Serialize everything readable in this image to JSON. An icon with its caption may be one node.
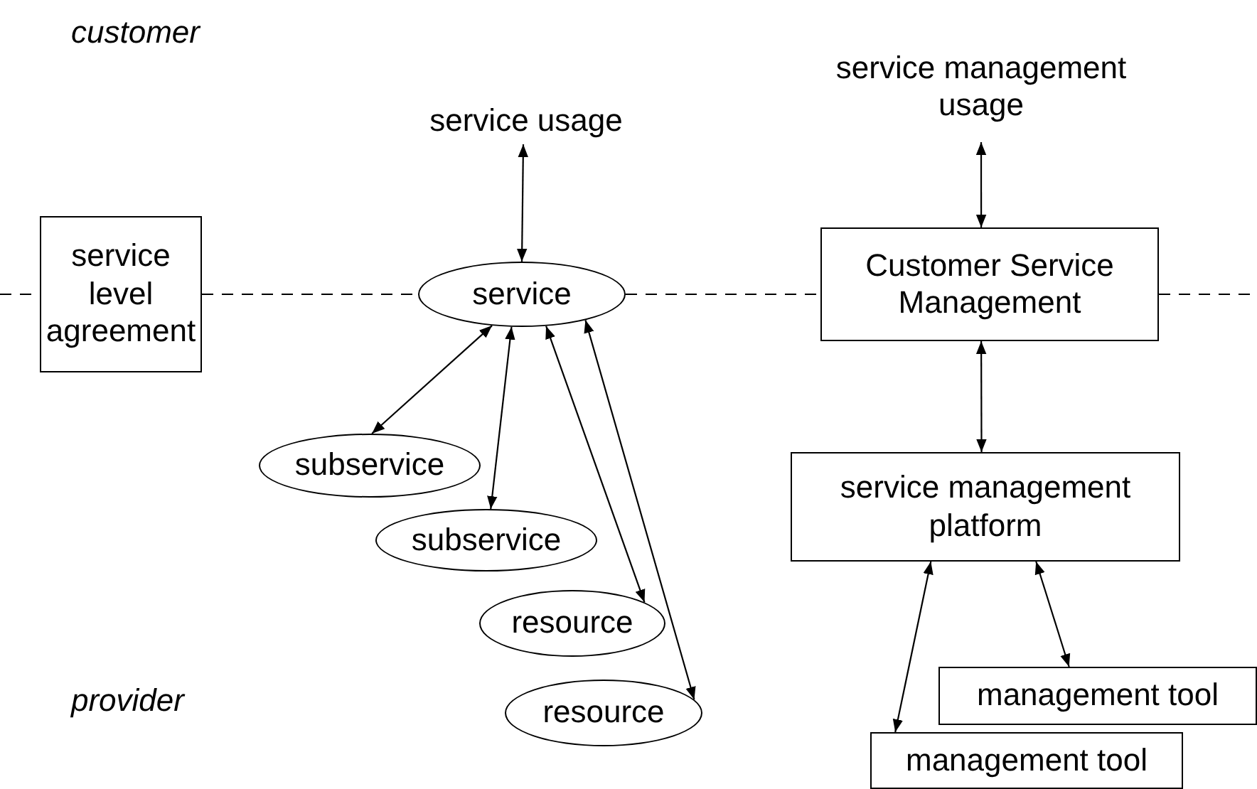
{
  "diagram": {
    "nodes": [
      {
        "text": [
          "service usage"
        ]
      },
      {
        "text": [
          "service"
        ]
      },
      {
        "text": [
          "service level agreement"
        ]
      },
      {
        "text": [
          "service management usage"
        ]
      },
      {
        "text": [
          "Customer Service Management"
        ]
      },
      {
        "text": [
          "subservice"
        ]
      },
      {
        "text": [
          "subservice"
        ]
      },
      {
        "text": [
          "resource"
        ]
      },
      {
        "text": [
          "resource"
        ]
      },
      {
        "text": [
          "service management platform"
        ]
      },
      {
        "text": [
          "management tool"
        ]
      },
      {
        "text": [
          "management tool"
        ]
      }
    ],
    "edges": [
      {
        "from": 0,
        "to": 1,
        "arrow": "both"
      },
      {
        "from": 1,
        "to": 5,
        "arrow": "both"
      },
      {
        "from": 1,
        "to": 6,
        "arrow": "both"
      },
      {
        "from": 1,
        "to": 7,
        "arrow": "both"
      },
      {
        "from": 1,
        "to": 8,
        "arrow": "both"
      },
      {
        "from": 3,
        "to": 4,
        "arrow": "both"
      },
      {
        "from": 4,
        "to": 9,
        "arrow": "both"
      },
      {
        "from": 9,
        "to": 11,
        "arrow": "both"
      },
      {
        "from": 9,
        "to": 10,
        "arrow": "both"
      }
    ],
    "labels": [
      "customer",
      "provider"
    ]
  }
}
